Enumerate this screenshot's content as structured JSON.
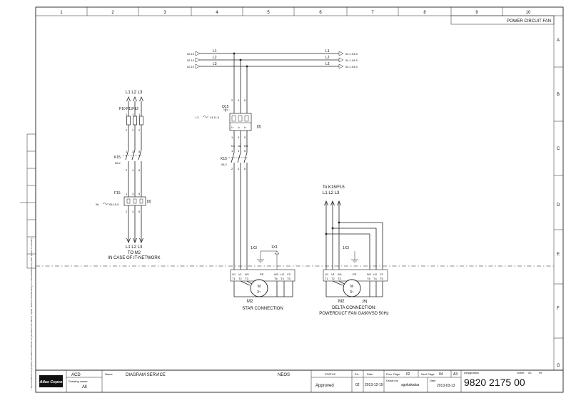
{
  "sheet_title": "POWER CIRCUIT FAN",
  "columns": [
    "1",
    "2",
    "3",
    "4",
    "5",
    "6",
    "7",
    "8",
    "9",
    "10"
  ],
  "rows": [
    "A",
    "B",
    "C",
    "D",
    "E",
    "F",
    "G"
  ],
  "left_circuit": {
    "top_phases": "L1 L2 L3",
    "fuse_label": "F10 F11F12",
    "contactor_label": "K15",
    "contactor_ref": "06.2",
    "relay_label": "F15",
    "relay_mark": "[0]",
    "relay_ref_left": "06",
    "relay_ref_right": "06.15.9",
    "bottom_phases": "L1 L2 L3",
    "caption_1": "TO M2",
    "caption_2": "IN CASE OF IT-NETWORK"
  },
  "supply": {
    "rows": [
      {
        "ref_in": "02.10",
        "phase_in": "L1",
        "phase_out": "L1",
        "ref_out": "04.1.04.5"
      },
      {
        "ref_in": "02.10",
        "phase_in": "L2",
        "phase_out": "L2",
        "ref_out": "04.1.04.5"
      },
      {
        "ref_in": "02.10",
        "phase_in": "L3",
        "phase_out": "L3",
        "ref_out": "04.1.04.5"
      }
    ]
  },
  "middle_circuit": {
    "breaker_label": "Q15",
    "breaker_ref_left": "L3",
    "breaker_ref_right": "L4 11.6",
    "breaker_mark": "[0]",
    "contactor_label": "K15",
    "contactor_ref": "06.2",
    "terminal_1": "1X3",
    "terminal_2": "1X1",
    "pe": "PE",
    "motor_label": "M2",
    "motor_symbol": "M",
    "motor_phase": "3~",
    "caption": "STAR CONNECTION",
    "terminals": [
      "U1",
      "V1",
      "W1",
      "PE",
      "W2",
      "U2",
      "V2"
    ],
    "terminals_sub": [
      "T1",
      "T2",
      "T3",
      "",
      "T6",
      "T4",
      "T5"
    ]
  },
  "right_circuit": {
    "title_1": "To K15/F15",
    "title_2": "L1 L2 L3",
    "terminal": "1X3",
    "pe": "PE",
    "mark": "[B]",
    "motor_label": "M2",
    "motor_symbol": "M",
    "motor_phase": "3~",
    "caption_1": "DELTA CONNECTION:",
    "caption_2": "POWERDUCT FAN GA90VSD 50Hz",
    "terminals": [
      "U1",
      "V1",
      "W1",
      "PE",
      "W2",
      "U2",
      "V2"
    ],
    "terminals_sub": [
      "T1",
      "T2",
      "T3",
      "",
      "T6",
      "T4",
      "T5"
    ]
  },
  "title_block": {
    "company": "Atlas Copco",
    "acd": "ACD",
    "drawing_owner_label": "Drawing owner",
    "drawing_owner": "All",
    "name_label": "Name",
    "name": "DIAGRAM SERVICE",
    "product": "NEOS",
    "status_label": "STATUS",
    "status": "Approved",
    "ed_label": "Ed.",
    "ed": "02",
    "date_label": "Date",
    "date": "2013-12-19",
    "prev_page_label": "Prev. Page",
    "prev_page": "02",
    "next_page_label": "Next Page",
    "next_page": "04",
    "size": "A3",
    "drawn_by_label": "Drawn by",
    "drawn_by": "sgokakakar",
    "date2_label": "Date",
    "date2": "2013-03-13",
    "designation_label": "Designation",
    "designation": "9820 2175 00",
    "sheet_label": "Sheet",
    "sheet": "03",
    "sheet_total": "99",
    "copyright": "This document is our property and shall not without our permission be altered, copied, used for manufacturing or communicated to any other person or company."
  }
}
